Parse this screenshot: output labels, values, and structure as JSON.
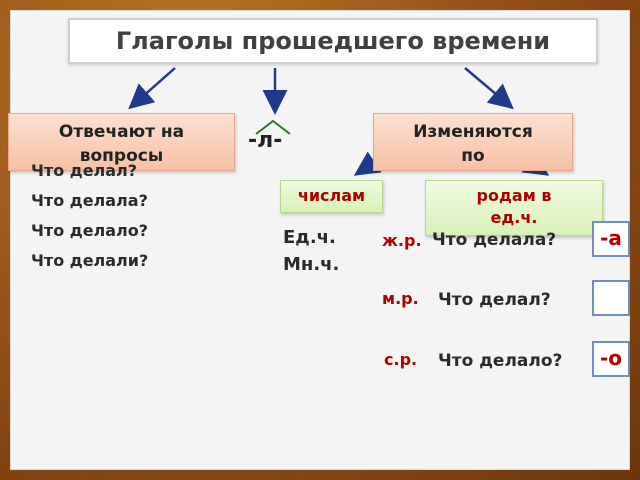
{
  "title": "Глаголы прошедшего времени",
  "answers_box": {
    "line1": "Отвечают на",
    "line2": "вопросы"
  },
  "suffix": "-л-",
  "changes_box": {
    "line1": "Изменяются",
    "line2": "по"
  },
  "questions": [
    "Что делал?",
    "Что делала?",
    "Что делало?",
    "Что делали?"
  ],
  "numbers_box": "числам",
  "number_labels": [
    "Ед.ч.",
    "Мн.ч."
  ],
  "genders_box": {
    "line1": "родам в",
    "line2": "ед.ч."
  },
  "genders": [
    {
      "label": "ж.р.",
      "question": "Что делала?",
      "ending": "-а"
    },
    {
      "label": "м.р.",
      "question": "Что делал?",
      "ending": ""
    },
    {
      "label": "с.р.",
      "question": "Что делало?",
      "ending": "-о"
    }
  ],
  "colors": {
    "frame": "#9a5418",
    "accent_red": "#b00000",
    "arrow": "#1f3a8a",
    "peach": "#f7c0a4",
    "green": "#d8f1b8"
  }
}
